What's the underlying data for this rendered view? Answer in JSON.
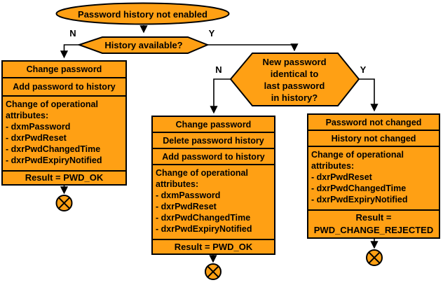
{
  "colors": {
    "shape_fill": "#FFA014",
    "outline": "#000000",
    "text": "#000000",
    "background": "#FFFFFF"
  },
  "start": {
    "label": "Password history not enabled"
  },
  "decisions": {
    "history_available": {
      "label": "History available?",
      "no_label": "N",
      "yes_label": "Y"
    },
    "new_password_identical": {
      "label_lines": [
        "New password",
        "identical to",
        "last password",
        "in history?"
      ],
      "no_label": "N",
      "yes_label": "Y"
    }
  },
  "boxes": {
    "left": {
      "rows": [
        "Change password",
        "Add password to history"
      ],
      "attributes_header": "Change of operational attributes:",
      "attributes": [
        "- dxmPassword",
        "- dxrPwdReset",
        "- dxrPwdChangedTime",
        "- dxrPwdExpiryNotified"
      ],
      "result": "Result = PWD_OK"
    },
    "middle": {
      "rows": [
        "Change password",
        "Delete password history",
        "Add password to history"
      ],
      "attributes_header": "Change of operational attributes:",
      "attributes": [
        "- dxmPassword",
        "- dxrPwdReset",
        "- dxrPwdChangedTime",
        "- dxrPwdExpiryNotified"
      ],
      "result": "Result = PWD_OK"
    },
    "right": {
      "rows": [
        "Password not changed",
        "History not changed"
      ],
      "attributes_header": "Change of operational attributes:",
      "attributes": [
        "- dxrPwdReset",
        "- dxrPwdChangedTime",
        "- dxrPwdExpiryNotified"
      ],
      "result_lines": [
        "Result =",
        "PWD_CHANGE_REJECTED"
      ]
    }
  }
}
